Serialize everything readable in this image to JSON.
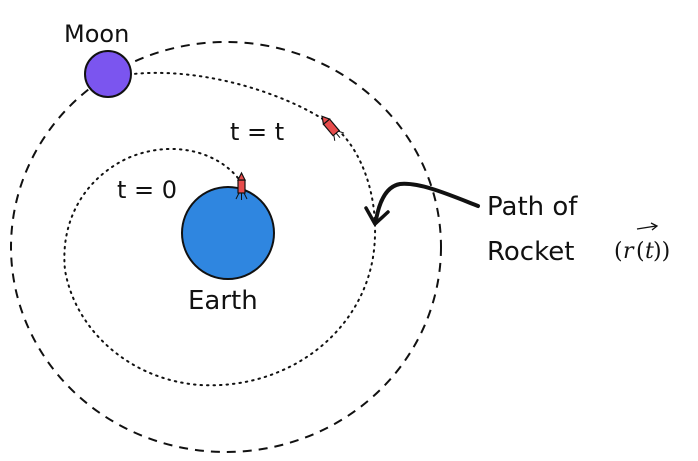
{
  "labels": {
    "moon": "Moon",
    "earth": "Earth",
    "t_start": "t = 0",
    "t_current": "t = t",
    "path_line1": "Path of",
    "path_line2": "Rocket",
    "path_formula_r": "r",
    "path_formula_t": "t"
  },
  "colors": {
    "moon": "#7b55ef",
    "earth": "#2f86e0",
    "rocket": "#e74c4c",
    "stroke": "#111111"
  }
}
